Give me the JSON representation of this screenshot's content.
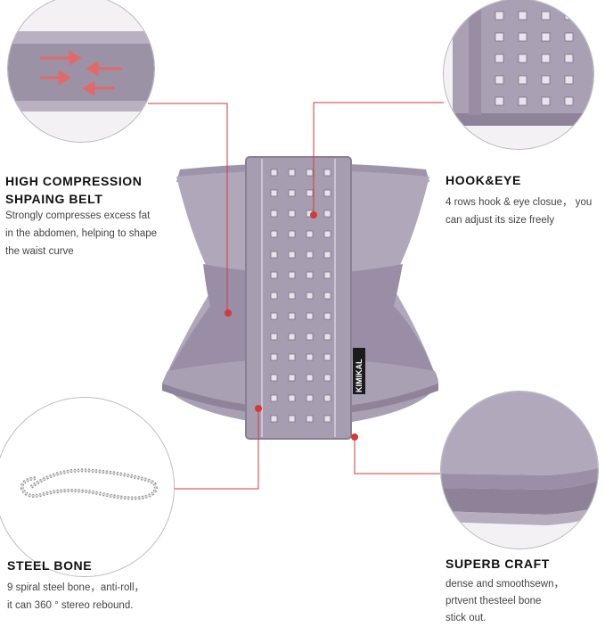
{
  "features": [
    {
      "id": "compression",
      "title_lines": [
        "HIGH COMPRESSION",
        "SHPAING BELT"
      ],
      "desc_lines": [
        "Strongly compresses excess fat",
        "in the abdomen, helping to shape",
        "the waist curve"
      ]
    },
    {
      "id": "hook",
      "title_lines": [
        "HOOK&EYE"
      ],
      "desc_lines": [
        "4 rows hook & eye closue， you",
        "can adjust its size freely"
      ]
    },
    {
      "id": "steel",
      "title_lines": [
        "STEEL BONE"
      ],
      "desc_lines": [
        "9 spiral steel bone，anti-roll，",
        "it can 360 ° stereo  rebound."
      ]
    },
    {
      "id": "craft",
      "title_lines": [
        "SUPERB CRAFT"
      ],
      "desc_lines": [
        "dense and smoothsewn，",
        "prtvent thesteel bone",
        "stick out."
      ]
    }
  ],
  "product": {
    "brand_tag": "KIMIKAL"
  },
  "colors": {
    "leader_line": "#d23a3a",
    "fabric": "#a99fb3",
    "fabric_dark": "#8f8599",
    "mesh": "#b8aec1"
  }
}
